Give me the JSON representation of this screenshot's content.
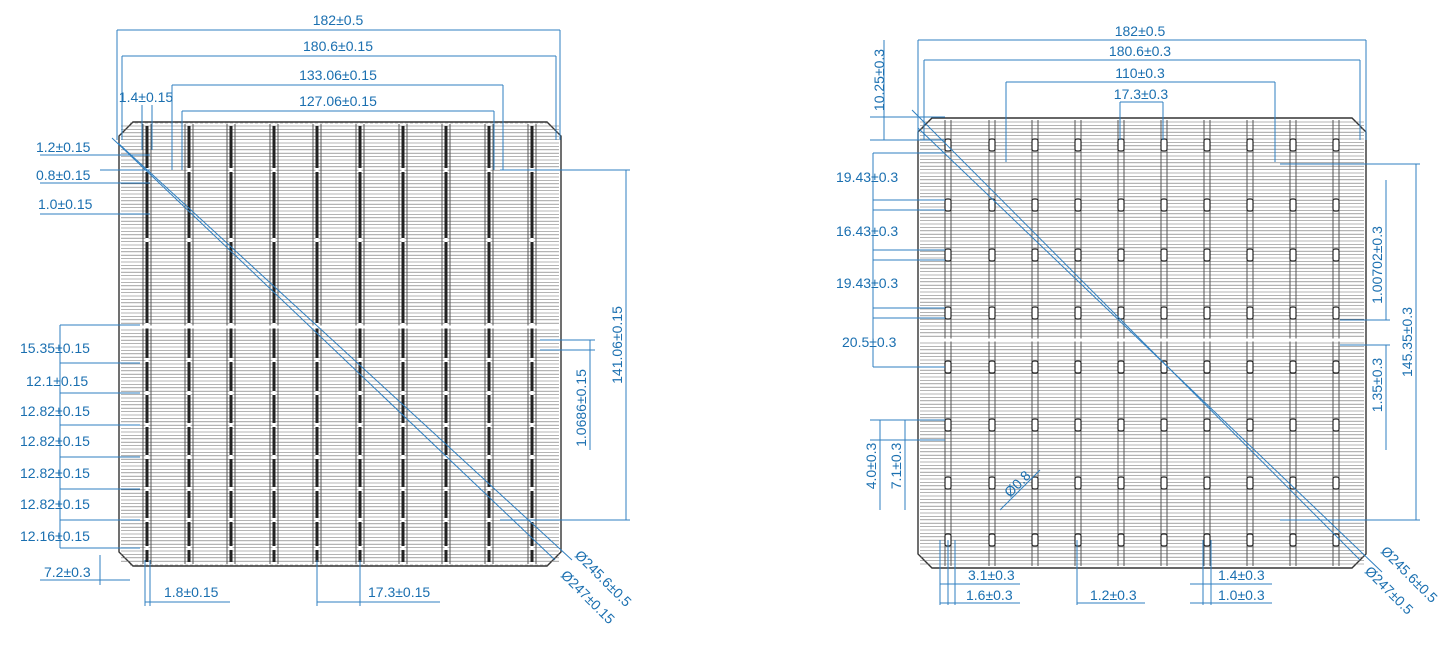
{
  "colors": {
    "dimension": "#1a6fb0",
    "outline": "#333333",
    "background": "#ffffff"
  },
  "left_cell": {
    "top_dims": [
      "182±0.5",
      "180.6±0.15",
      "133.06±0.15",
      "127.06±0.15",
      "1.4±0.15"
    ],
    "left_dims_top": [
      "1.2±0.15",
      "0.8±0.15",
      "1.0±0.15"
    ],
    "left_dims_bottom": [
      "15.35±0.15",
      "12.1±0.15",
      "12.82±0.15",
      "12.82±0.15",
      "12.82±0.15",
      "12.82±0.15",
      "12.16±0.15",
      "7.2±0.3"
    ],
    "bottom_dims": [
      "1.8±0.15",
      "17.3±0.15"
    ],
    "right_dims": [
      "141.06±0.15",
      "1.0686±0.15"
    ],
    "diameters": [
      "Ø245.6±0.5",
      "Ø247±0.15"
    ]
  },
  "right_cell": {
    "top_dims": [
      "182±0.5",
      "180.6±0.3",
      "110±0.3",
      "17.3±0.3",
      "10.25±0.3"
    ],
    "left_dims": [
      "19.43±0.3",
      "16.43±0.3",
      "19.43±0.3",
      "20.5±0.3",
      "4.0±0.3",
      "7.1±0.3"
    ],
    "bottom_dims": [
      "3.1±0.3",
      "1.6±0.3",
      "1.2±0.3",
      "1.4±0.3",
      "1.0±0.3"
    ],
    "right_dims": [
      "1.00702±0.3",
      "1.35±0.3",
      "145.35±0.3"
    ],
    "pad_label": "Ø0.8",
    "diameters": [
      "Ø245.6±0.5",
      "Ø247±0.5"
    ]
  }
}
